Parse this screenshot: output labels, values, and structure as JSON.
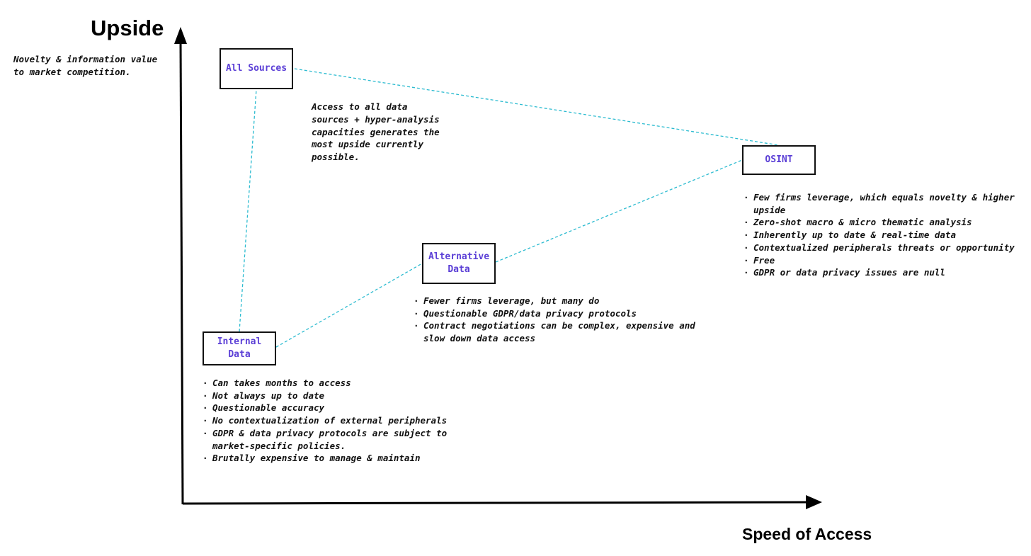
{
  "axes": {
    "y_title": "Upside",
    "y_description": [
      "Novelty & information value",
      "to market competition."
    ],
    "x_title": "Speed of Access"
  },
  "nodes": {
    "all_sources": {
      "label": [
        "All Sources"
      ],
      "note": [
        "Access to all data",
        "sources + hyper-analysis",
        "capacities generates the",
        "most upside currently",
        "possible."
      ]
    },
    "osint": {
      "label": [
        "OSINT"
      ],
      "bullets": [
        [
          "Few firms leverage, which equals novelty & higher",
          "upside"
        ],
        [
          "Zero-shot macro & micro thematic analysis"
        ],
        [
          "Inherently up to date & real-time data"
        ],
        [
          "Contextualized peripherals threats or opportunity"
        ],
        [
          "Free"
        ],
        [
          "GDPR or data privacy issues are null"
        ]
      ]
    },
    "alternative": {
      "label": [
        "Alternative",
        "Data"
      ],
      "bullets": [
        [
          "Fewer firms leverage, but many do"
        ],
        [
          "Questionable GDPR/data privacy protocols"
        ],
        [
          "Contract negotiations can be complex, expensive and",
          "slow down data access"
        ]
      ]
    },
    "internal": {
      "label": [
        "Internal",
        "Data"
      ],
      "bullets": [
        [
          "Can takes months to access"
        ],
        [
          "Not always up to date"
        ],
        [
          "Questionable accuracy"
        ],
        [
          "No contextualization of external peripherals"
        ],
        [
          "GDPR & data privacy protocols are subject to",
          "market-specific policies."
        ],
        [
          "Brutally expensive to manage & maintain"
        ]
      ]
    }
  },
  "colors": {
    "node_label": "#5b3fd6",
    "connector": "#2bbbd0",
    "axis": "#000000",
    "text": "#111111"
  }
}
